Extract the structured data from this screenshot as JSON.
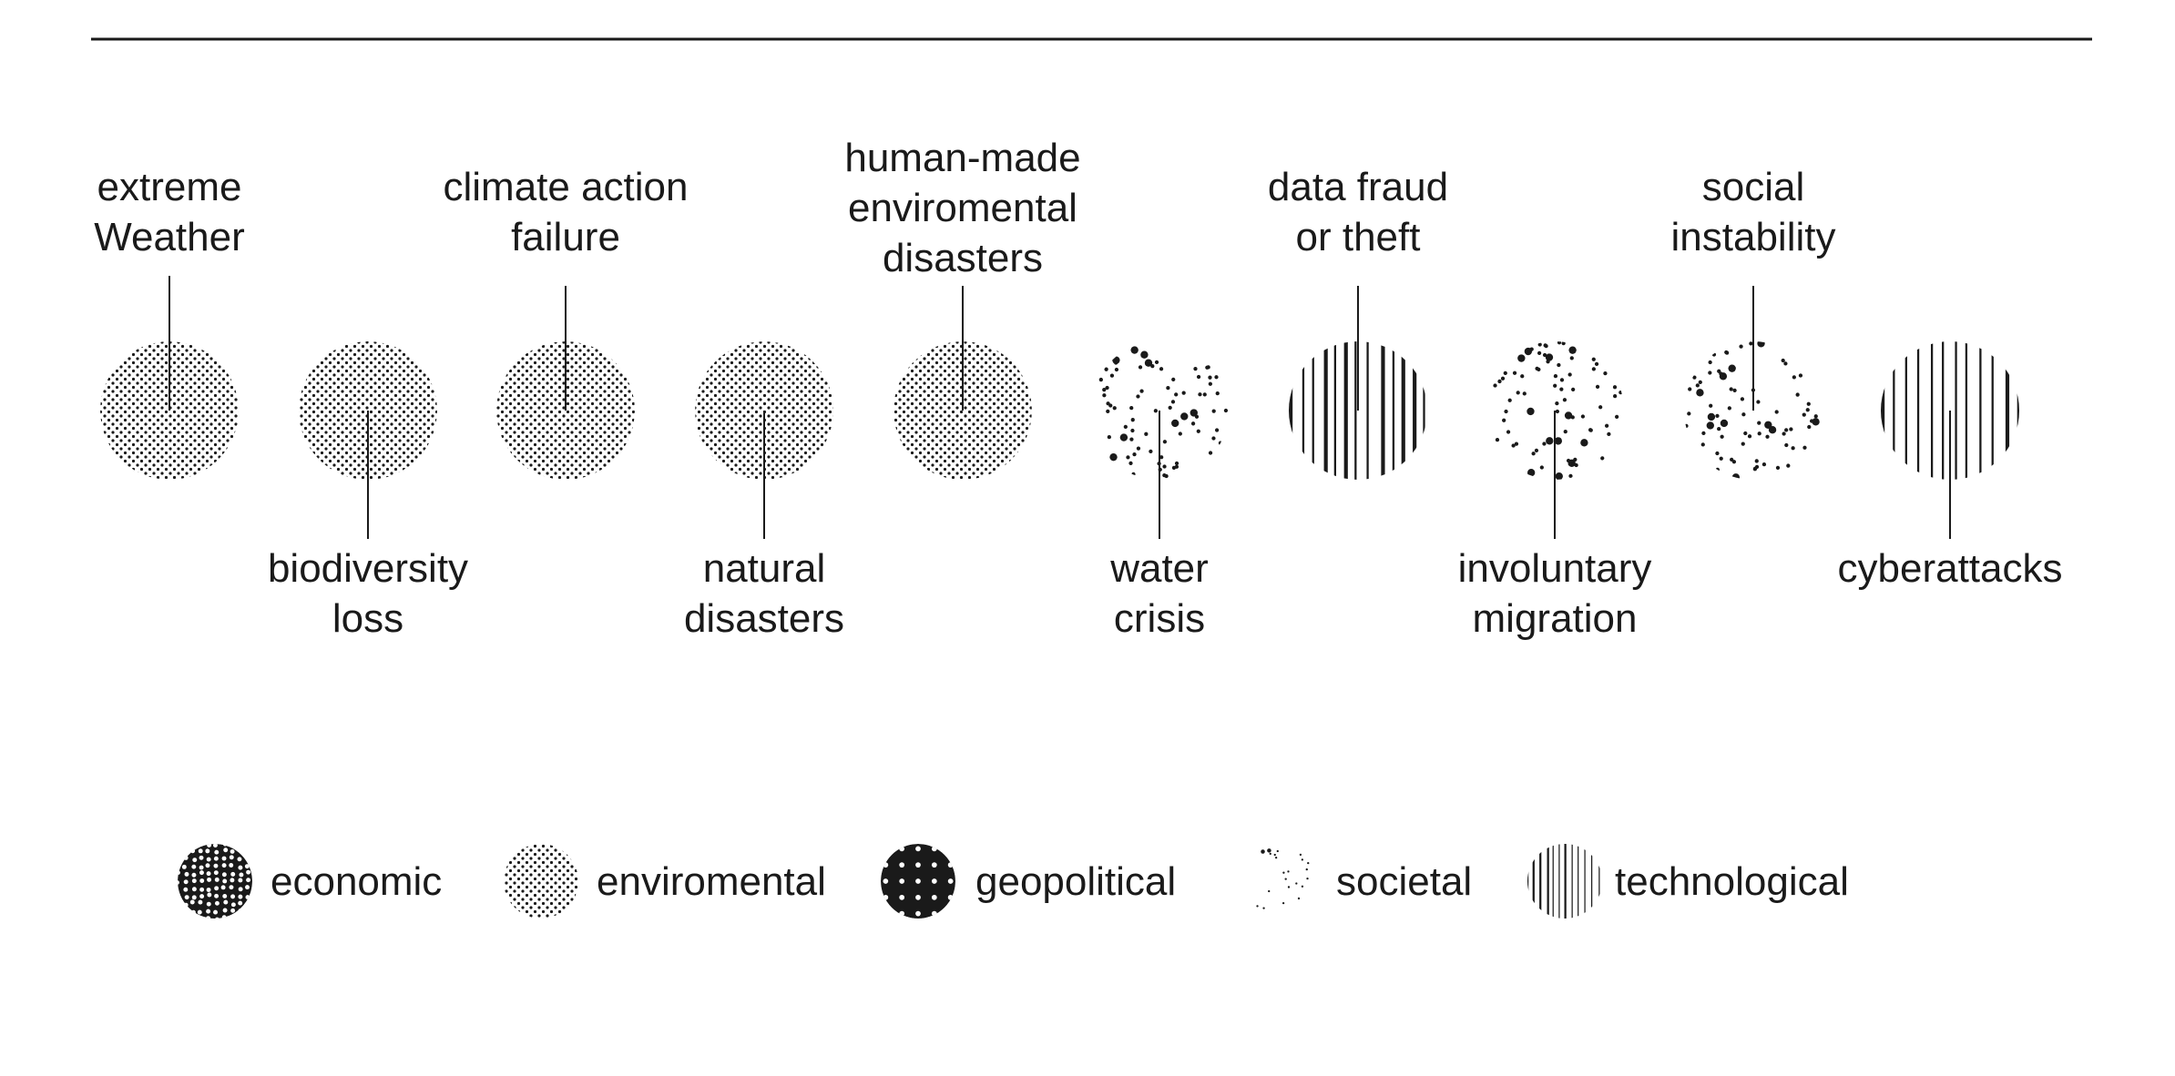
{
  "colors": {
    "ink": "#1a1a1a",
    "background": "#ffffff"
  },
  "risks": [
    {
      "label": [
        "extreme",
        "Weather"
      ],
      "category": "enviromental",
      "label_position": "top"
    },
    {
      "label": [
        "biodiversity",
        "loss"
      ],
      "category": "enviromental",
      "label_position": "bottom"
    },
    {
      "label": [
        "climate action",
        "failure"
      ],
      "category": "enviromental",
      "label_position": "top"
    },
    {
      "label": [
        "natural",
        "disasters"
      ],
      "category": "enviromental",
      "label_position": "bottom"
    },
    {
      "label": [
        "human-made",
        "enviromental",
        "disasters"
      ],
      "category": "enviromental",
      "label_position": "top"
    },
    {
      "label": [
        "water",
        "crisis"
      ],
      "category": "societal",
      "label_position": "bottom"
    },
    {
      "label": [
        "data fraud",
        "or theft"
      ],
      "category": "technological",
      "label_position": "top"
    },
    {
      "label": [
        "involuntary",
        "migration"
      ],
      "category": "societal",
      "label_position": "bottom"
    },
    {
      "label": [
        "social",
        "instability"
      ],
      "category": "societal",
      "label_position": "top"
    },
    {
      "label": [
        "cyberattacks"
      ],
      "category": "technological",
      "label_position": "bottom"
    }
  ],
  "legend": [
    {
      "key": "economic",
      "label": "economic"
    },
    {
      "key": "enviromental",
      "label": "enviromental"
    },
    {
      "key": "geopolitical",
      "label": "geopolitical"
    },
    {
      "key": "societal",
      "label": "societal"
    },
    {
      "key": "technological",
      "label": "technological"
    }
  ]
}
